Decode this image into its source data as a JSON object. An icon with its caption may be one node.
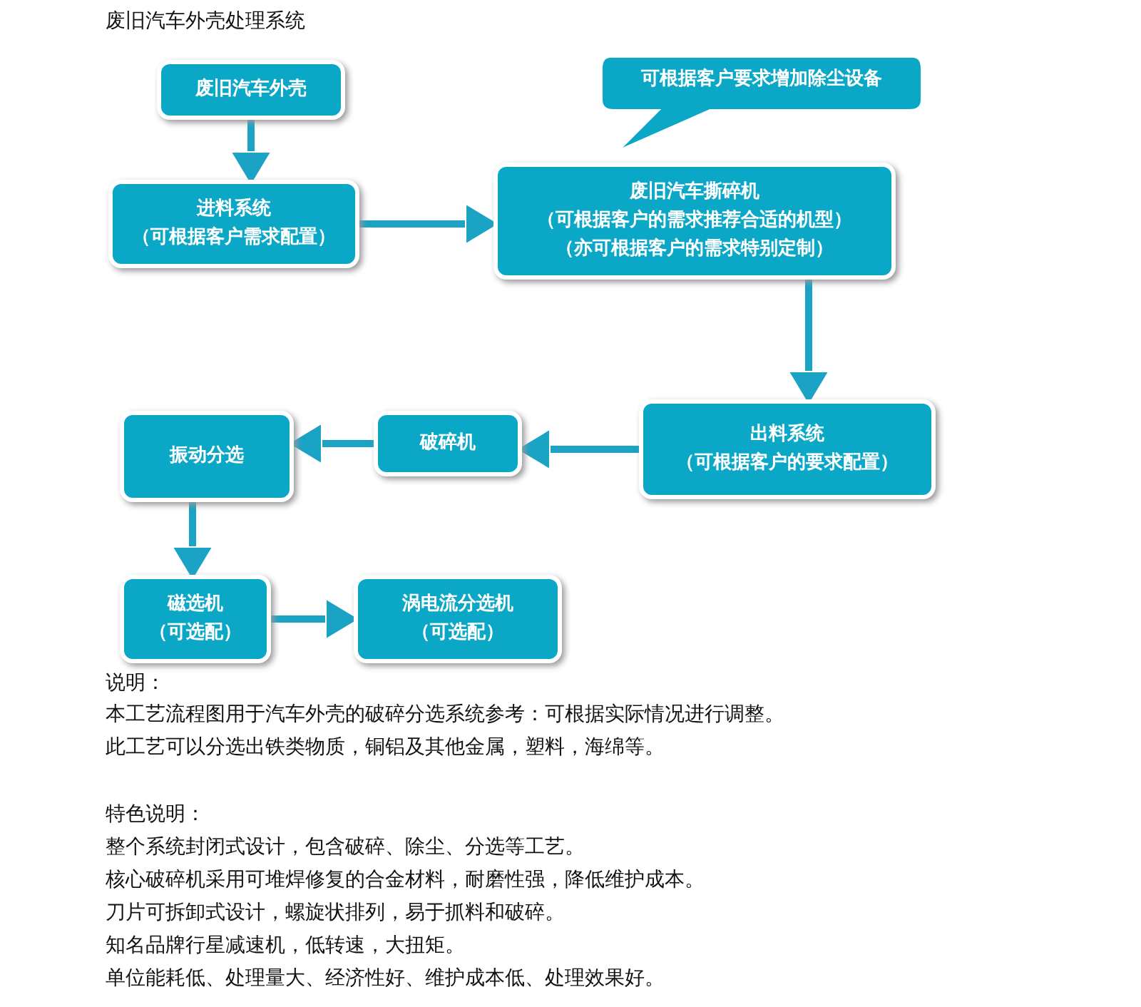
{
  "diagram": {
    "title": "废旧汽车外壳处理系统",
    "nodes": [
      {
        "text": [
          "废旧汽车外壳"
        ]
      },
      {
        "text": [
          "进料系统",
          "（可根据客户需求配置）"
        ]
      },
      {
        "text": [
          "可根据客户要求增加除尘设备"
        ]
      },
      {
        "text": [
          "废旧汽车撕碎机",
          "（可根据客户的需求推荐合适的机型）",
          "（亦可根据客户的需求特别定制）"
        ]
      },
      {
        "text": [
          "出料系统",
          "（可根据客户的要求配置）"
        ]
      },
      {
        "text": [
          "破碎机"
        ]
      },
      {
        "text": [
          "振动分选"
        ]
      },
      {
        "text": [
          "磁选机",
          "（可选配）"
        ]
      },
      {
        "text": [
          "涡电流分选机",
          "（可选配）"
        ]
      }
    ],
    "edges": [
      {
        "from": 0,
        "to": 1,
        "arrow": "to"
      },
      {
        "from": 1,
        "to": 3,
        "arrow": "to"
      },
      {
        "from": 3,
        "to": 4,
        "arrow": "to"
      },
      {
        "from": 4,
        "to": 5,
        "arrow": "to"
      },
      {
        "from": 5,
        "to": 6,
        "arrow": "to"
      },
      {
        "from": 6,
        "to": 7,
        "arrow": "to"
      },
      {
        "from": 7,
        "to": 8,
        "arrow": "to"
      }
    ],
    "labels": [
      "说明：",
      "本工艺流程图用于汽车外壳的破碎分选系统参考：可根据实际情况进行调整。",
      "此工艺可以分选出铁类物质，铜铝及其他金属，塑料，海绵等。",
      "特色说明：",
      "整个系统封闭式设计，包含破碎、除尘、分选等工艺。",
      "核心破碎机采用可堆焊修复的合金材料，耐磨性强，降低维护成本。",
      "刀片可拆卸式设计，螺旋状排列，易于抓料和破碎。",
      "知名品牌行星减速机，低转速，大扭矩。",
      "单位能耗低、处理量大、经济性好、维护成本低、处理效果好。"
    ]
  }
}
